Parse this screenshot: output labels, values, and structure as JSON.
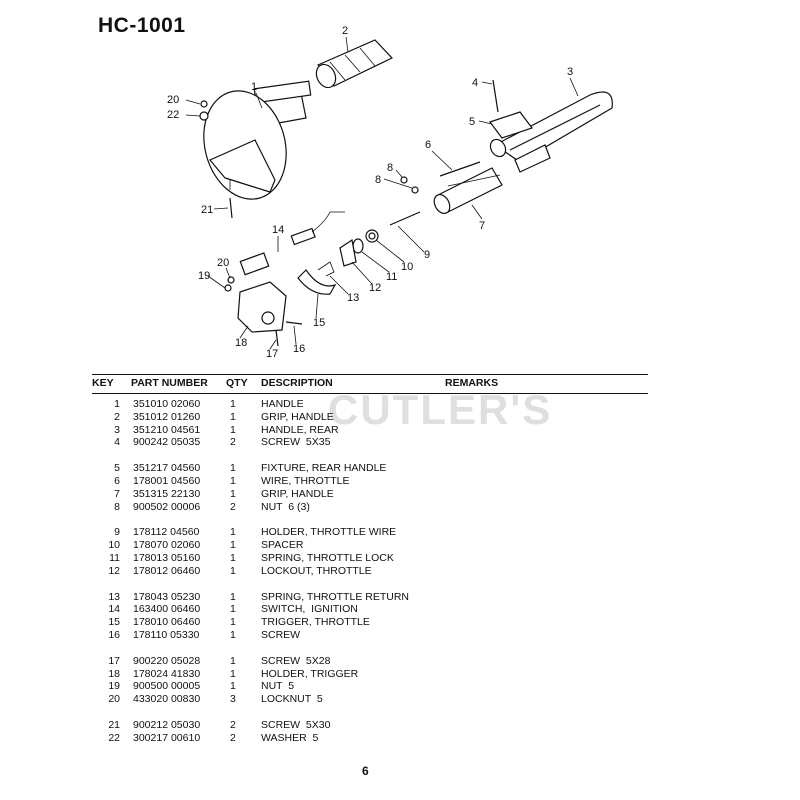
{
  "title": "HC-1001",
  "callouts": [
    "1",
    "2",
    "3",
    "4",
    "5",
    "6",
    "7",
    "8",
    "8",
    "9",
    "10",
    "11",
    "12",
    "13",
    "14",
    "15",
    "16",
    "17",
    "18",
    "19",
    "20",
    "20",
    "21",
    "22"
  ],
  "table": {
    "headers": {
      "key": "KEY",
      "part_number": "PART NUMBER",
      "qty": "QTY",
      "description": "DESCRIPTION",
      "remarks": "REMARKS"
    },
    "groups": [
      [
        {
          "key": "1",
          "part_number": "351010 02060",
          "qty": "1",
          "description": "HANDLE"
        },
        {
          "key": "2",
          "part_number": "351012 01260",
          "qty": "1",
          "description": "GRIP, HANDLE"
        },
        {
          "key": "3",
          "part_number": "351210 04561",
          "qty": "1",
          "description": "HANDLE, REAR"
        },
        {
          "key": "4",
          "part_number": "900242 05035",
          "qty": "2",
          "description": "SCREW  5X35"
        }
      ],
      [
        {
          "key": "5",
          "part_number": "351217 04560",
          "qty": "1",
          "description": "FIXTURE, REAR HANDLE"
        },
        {
          "key": "6",
          "part_number": "178001 04560",
          "qty": "1",
          "description": "WIRE, THROTTLE"
        },
        {
          "key": "7",
          "part_number": "351315 22130",
          "qty": "1",
          "description": "GRIP, HANDLE"
        },
        {
          "key": "8",
          "part_number": "900502 00006",
          "qty": "2",
          "description": "NUT  6 (3)"
        }
      ],
      [
        {
          "key": "9",
          "part_number": "178112 04560",
          "qty": "1",
          "description": "HOLDER, THROTTLE WIRE"
        },
        {
          "key": "10",
          "part_number": "178070 02060",
          "qty": "1",
          "description": "SPACER"
        },
        {
          "key": "11",
          "part_number": "178013 05160",
          "qty": "1",
          "description": "SPRING, THROTTLE LOCK"
        },
        {
          "key": "12",
          "part_number": "178012 06460",
          "qty": "1",
          "description": "LOCKOUT, THROTTLE"
        }
      ],
      [
        {
          "key": "13",
          "part_number": "178043 05230",
          "qty": "1",
          "description": "SPRING, THROTTLE RETURN"
        },
        {
          "key": "14",
          "part_number": "163400 06460",
          "qty": "1",
          "description": "SWITCH,  IGNITION"
        },
        {
          "key": "15",
          "part_number": "178010 06460",
          "qty": "1",
          "description": "TRIGGER, THROTTLE"
        },
        {
          "key": "16",
          "part_number": "178110 05330",
          "qty": "1",
          "description": "SCREW"
        }
      ],
      [
        {
          "key": "17",
          "part_number": "900220 05028",
          "qty": "1",
          "description": "SCREW  5X28"
        },
        {
          "key": "18",
          "part_number": "178024 41830",
          "qty": "1",
          "description": "HOLDER, TRIGGER"
        },
        {
          "key": "19",
          "part_number": "900500 00005",
          "qty": "1",
          "description": "NUT  5"
        },
        {
          "key": "20",
          "part_number": "433020 00830",
          "qty": "3",
          "description": "LOCKNUT  5"
        }
      ],
      [
        {
          "key": "21",
          "part_number": "900212 05030",
          "qty": "2",
          "description": "SCREW  5X30"
        },
        {
          "key": "22",
          "part_number": "300217 00610",
          "qty": "2",
          "description": "WASHER  5"
        }
      ]
    ]
  },
  "watermark": "CUTLER'S",
  "page_number": "6"
}
